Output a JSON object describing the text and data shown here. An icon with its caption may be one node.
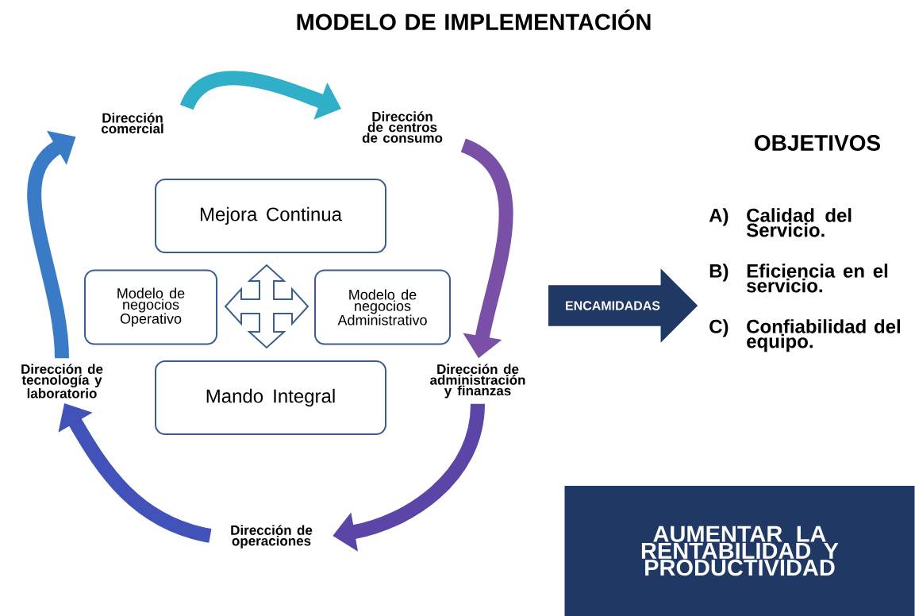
{
  "diagram": {
    "title": "MODELO DE IMPLEMENTACIÓN",
    "nodes": [
      {
        "text": [
          "Dirección comercial"
        ]
      },
      {
        "text": [
          "Dirección de centros de consumo"
        ]
      },
      {
        "text": [
          "Dirección de administración y finanzas"
        ]
      },
      {
        "text": [
          "Dirección de operaciones"
        ]
      },
      {
        "text": [
          "Dirección de tecnología y laboratorio"
        ]
      },
      {
        "text": [
          "Mejora Continua"
        ]
      },
      {
        "text": [
          "Modelo de negocios Operativo"
        ]
      },
      {
        "text": [
          "Modelo de negocios Administrativo"
        ]
      },
      {
        "text": [
          "Mando Integral"
        ]
      },
      {
        "text": [
          "ENCAMIDADAS"
        ]
      },
      {
        "text": [
          "AUMENTAR LA RENTABILIDAD Y PRODUCTIVIDAD"
        ]
      }
    ],
    "edges": [
      {
        "from": 0,
        "to": 1,
        "arrow": "to",
        "color": "#2fb0c8"
      },
      {
        "from": 1,
        "to": 2,
        "arrow": "to",
        "color": "#7a4fa6"
      },
      {
        "from": 2,
        "to": 3,
        "arrow": "to",
        "color": "#5b45a6"
      },
      {
        "from": 3,
        "to": 4,
        "arrow": "to",
        "color": "#4152b8"
      },
      {
        "from": 4,
        "to": 0,
        "arrow": "to",
        "color": "#3a7bc8"
      }
    ],
    "labels": [
      "OBJETIVOS",
      "A)",
      "Calidad del Servicio.",
      "B)",
      "Eficiencia en el servicio.",
      "C)",
      "Confiabilidad del equipo."
    ]
  }
}
